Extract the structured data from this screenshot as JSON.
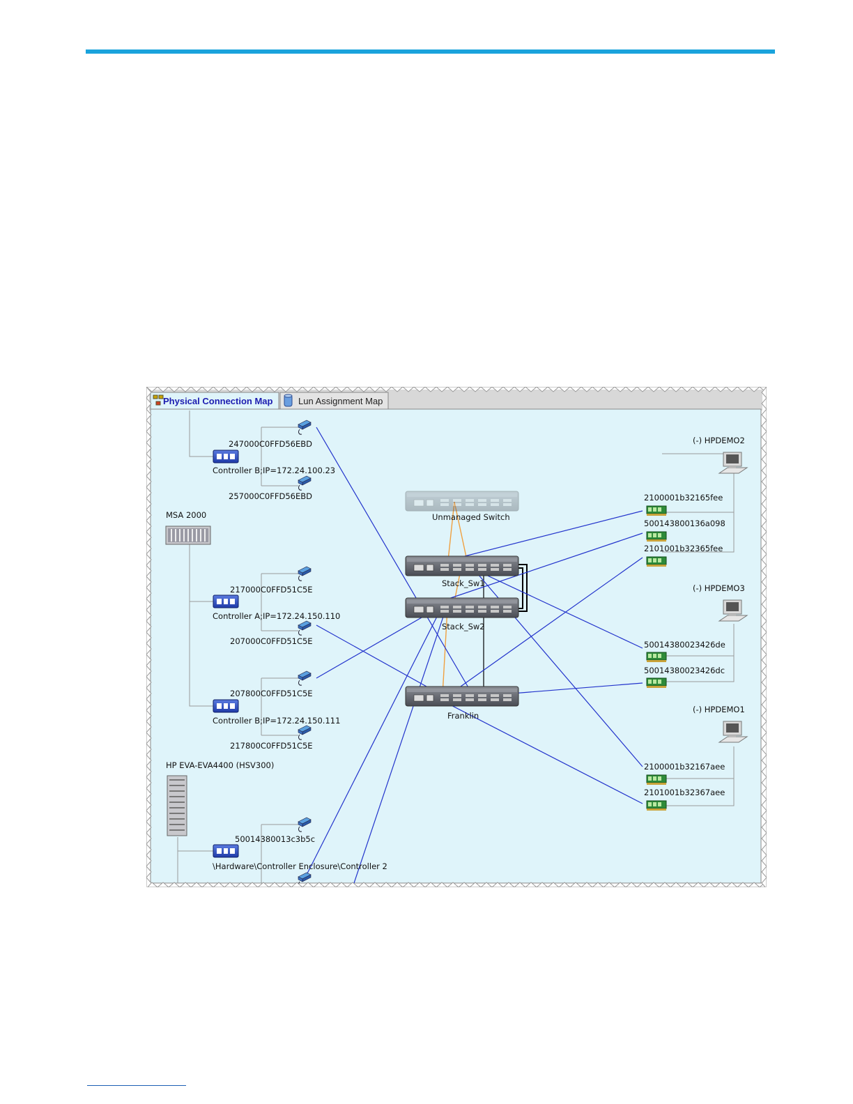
{
  "tabs": [
    {
      "label": "Physical Connection Map",
      "active": true,
      "icon": "network-map-icon"
    },
    {
      "label": "Lun Assignment Map",
      "active": false,
      "icon": "database-icon"
    }
  ],
  "storage": {
    "top_controller": {
      "port_upper": "247000C0FFD56EBD",
      "label": "Controller B;IP=172.24.100.23",
      "port_lower": "257000C0FFD56EBD"
    },
    "msa": {
      "name": "MSA 2000",
      "controller_a": {
        "port_upper": "217000C0FFD51C5E",
        "label": "Controller A;IP=172.24.150.110",
        "port_lower": "207000C0FFD51C5E"
      },
      "controller_b": {
        "port_upper": "207800C0FFD51C5E",
        "label": "Controller B;IP=172.24.150.111",
        "port_lower": "217800C0FFD51C5E"
      }
    },
    "eva": {
      "name": "HP EVA-EVA4400 (HSV300)",
      "port_upper": "50014380013c3b5c",
      "controller_label": "\\Hardware\\Controller Enclosure\\Controller 2"
    }
  },
  "switches": {
    "unmanaged": "Unmanaged Switch",
    "stack1": "Stack_Sw1",
    "stack2": "Stack_Sw2",
    "franklin": "Franklin"
  },
  "hosts": [
    {
      "name": "(-) HPDEMO2",
      "hbas": [
        "2100001b32165fee",
        "500143800136a098",
        "2101001b32365fee"
      ]
    },
    {
      "name": "(-) HPDEMO3",
      "hbas": [
        "50014380023426de",
        "50014380023426dc"
      ]
    },
    {
      "name": "(-) HPDEMO1",
      "hbas": [
        "2100001b32167aee",
        "2101001b32367aee"
      ]
    }
  ],
  "colors": {
    "accent_rule": "#1aa3dc",
    "map_background": "#dff4fa",
    "fc_link": "#2233cc",
    "ethernet_link": "#f0a040",
    "isl_link": "#000000"
  }
}
